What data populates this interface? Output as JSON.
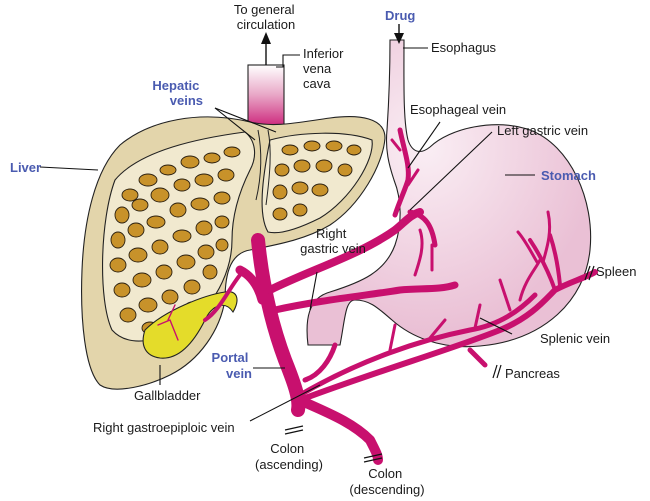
{
  "title": "Portal circulation and first-pass drug absorption",
  "labels": {
    "to_general_circulation": [
      "To general",
      "circulation"
    ],
    "inferior_vena_cava": [
      "Inferior",
      "vena",
      "cava"
    ],
    "drug": "Drug",
    "esophagus": "Esophagus",
    "hepatic_veins": [
      "Hepatic",
      "veins"
    ],
    "esophageal_vein": "Esophageal vein",
    "left_gastric_vein": "Left gastric vein",
    "liver": "Liver",
    "stomach": "Stomach",
    "right_gastric_vein": [
      "Right",
      "gastric vein"
    ],
    "spleen": "Spleen",
    "splenic_vein": "Splenic vein",
    "portal_vein": [
      "Portal",
      "vein"
    ],
    "gallbladder": "Gallbladder",
    "pancreas": "Pancreas",
    "right_gastroepiploic_vein": "Right gastroepiploic vein",
    "colon_ascending": [
      "Colon",
      "(ascending)"
    ],
    "colon_descending": [
      "Colon",
      "(descending)"
    ]
  },
  "colors": {
    "label_highlight": "#4a5bb0",
    "vein": "#c8106e",
    "liver": "#e3d5ab",
    "liver_inner": "#f1e9cf",
    "lobule": "#c8922a",
    "stomach": "#eec5d9",
    "gallbladder": "#e4dc2a"
  }
}
